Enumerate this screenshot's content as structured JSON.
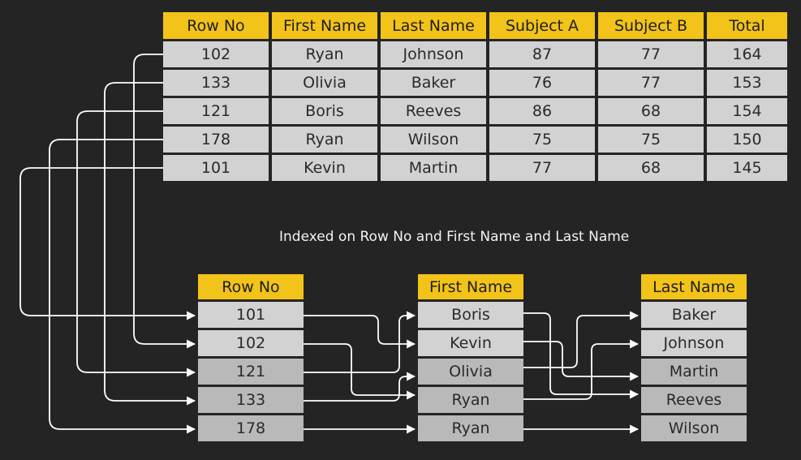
{
  "main_table": {
    "columns": [
      "Row No",
      "First Name",
      "Last Name",
      "Subject A",
      "Subject B",
      "Total"
    ],
    "rows": [
      [
        "102",
        "Ryan",
        "Johnson",
        "87",
        "77",
        "164"
      ],
      [
        "133",
        "Olivia",
        "Baker",
        "76",
        "77",
        "153"
      ],
      [
        "121",
        "Boris",
        "Reeves",
        "86",
        "68",
        "154"
      ],
      [
        "178",
        "Ryan",
        "Wilson",
        "75",
        "75",
        "150"
      ],
      [
        "101",
        "Kevin",
        "Martin",
        "77",
        "68",
        "145"
      ]
    ]
  },
  "caption": "Indexed on Row No and First Name and Last Name",
  "index": {
    "row_no": {
      "header": "Row No",
      "values": [
        "101",
        "102",
        "121",
        "133",
        "178"
      ]
    },
    "first_name": {
      "header": "First Name",
      "values": [
        "Boris",
        "Kevin",
        "Olivia",
        "Ryan",
        "Ryan"
      ]
    },
    "last_name": {
      "header": "Last Name",
      "values": [
        "Baker",
        "Johnson",
        "Martin",
        "Reeves",
        "Wilson"
      ]
    }
  },
  "colors": {
    "header": "#f2c318",
    "cell": "#d2d2d2",
    "cell_dark": "#b9b9b9",
    "background": "#242424",
    "arrow": "#ffffff"
  }
}
